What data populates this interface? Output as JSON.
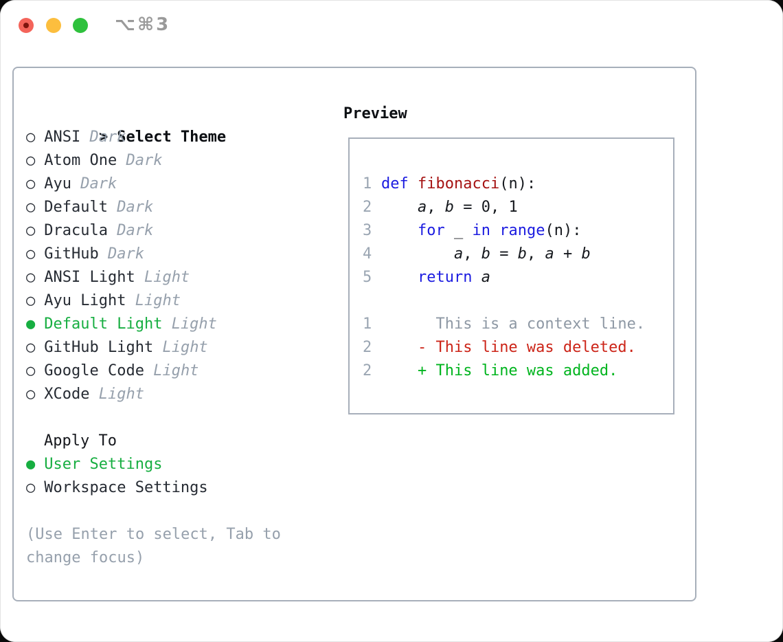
{
  "titlebar": {
    "title": "⌥⌘3"
  },
  "icons": {
    "radio_on": "●",
    "radio_off": "○"
  },
  "colors": {
    "accent_green": "#17ae41",
    "added_green": "#00b41e",
    "deleted_red": "#cc2418",
    "keyword_blue": "#1b1be0",
    "function_red": "#a51212",
    "muted_gray": "#96a0ac",
    "line_number_gray": "#9aa5b2",
    "panel_border_gray": "#a7afba",
    "traffic_red": "#f4645a",
    "traffic_yellow": "#fcbe3e",
    "traffic_green": "#2fc13d"
  },
  "panel": {
    "theme_section": {
      "cursor": ">",
      "header": "Select Theme",
      "items": [
        {
          "name": "ANSI",
          "variant": "Dark",
          "selected": false
        },
        {
          "name": "Atom One",
          "variant": "Dark",
          "selected": false
        },
        {
          "name": "Ayu",
          "variant": "Dark",
          "selected": false
        },
        {
          "name": "Default",
          "variant": "Dark",
          "selected": false
        },
        {
          "name": "Dracula",
          "variant": "Dark",
          "selected": false
        },
        {
          "name": "GitHub",
          "variant": "Dark",
          "selected": false
        },
        {
          "name": "ANSI Light",
          "variant": "Light",
          "selected": false
        },
        {
          "name": "Ayu Light",
          "variant": "Light",
          "selected": false
        },
        {
          "name": "Default Light",
          "variant": "Light",
          "selected": true
        },
        {
          "name": "GitHub Light",
          "variant": "Light",
          "selected": false
        },
        {
          "name": "Google Code",
          "variant": "Light",
          "selected": false
        },
        {
          "name": "XCode",
          "variant": "Light",
          "selected": false
        }
      ]
    },
    "apply_section": {
      "header": "Apply To",
      "options": [
        {
          "label": "User Settings",
          "selected": true
        },
        {
          "label": "Workspace Settings",
          "selected": false
        }
      ]
    },
    "hint": "(Use Enter to select, Tab to change focus)",
    "preview": {
      "header": "Preview",
      "lines": [
        {
          "num": "1",
          "segments": [
            {
              "t": "def",
              "c": "kw"
            },
            {
              "t": " ",
              "c": "plain"
            },
            {
              "t": "fibonacci",
              "c": "fn"
            },
            {
              "t": "(n):",
              "c": "plain"
            }
          ]
        },
        {
          "num": "2",
          "segments": [
            {
              "t": "    ",
              "c": "plain"
            },
            {
              "t": "a",
              "c": "var"
            },
            {
              "t": ", ",
              "c": "plain"
            },
            {
              "t": "b",
              "c": "var"
            },
            {
              "t": " = 0, 1",
              "c": "plain"
            }
          ]
        },
        {
          "num": "3",
          "segments": [
            {
              "t": "    ",
              "c": "plain"
            },
            {
              "t": "for",
              "c": "kw"
            },
            {
              "t": " _ ",
              "c": "plain"
            },
            {
              "t": "in",
              "c": "kw"
            },
            {
              "t": " ",
              "c": "plain"
            },
            {
              "t": "range",
              "c": "kw"
            },
            {
              "t": "(n):",
              "c": "plain"
            }
          ]
        },
        {
          "num": "4",
          "segments": [
            {
              "t": "        ",
              "c": "plain"
            },
            {
              "t": "a",
              "c": "var"
            },
            {
              "t": ", ",
              "c": "plain"
            },
            {
              "t": "b",
              "c": "var"
            },
            {
              "t": " = ",
              "c": "plain"
            },
            {
              "t": "b",
              "c": "var"
            },
            {
              "t": ", ",
              "c": "plain"
            },
            {
              "t": "a",
              "c": "var"
            },
            {
              "t": " + ",
              "c": "plain"
            },
            {
              "t": "b",
              "c": "var"
            }
          ]
        },
        {
          "num": "5",
          "segments": [
            {
              "t": "    ",
              "c": "plain"
            },
            {
              "t": "return",
              "c": "kw"
            },
            {
              "t": " ",
              "c": "plain"
            },
            {
              "t": "a",
              "c": "var"
            }
          ]
        },
        {
          "num": "",
          "segments": []
        },
        {
          "num": "1",
          "segments": [
            {
              "t": "      This is a context line.",
              "c": "ctx"
            }
          ]
        },
        {
          "num": "2",
          "segments": [
            {
              "t": "    ",
              "c": "plain"
            },
            {
              "t": "- This line was deleted.",
              "c": "del"
            }
          ]
        },
        {
          "num": "2",
          "segments": [
            {
              "t": "    ",
              "c": "plain"
            },
            {
              "t": "+ This line was added.",
              "c": "add"
            }
          ]
        }
      ]
    }
  }
}
